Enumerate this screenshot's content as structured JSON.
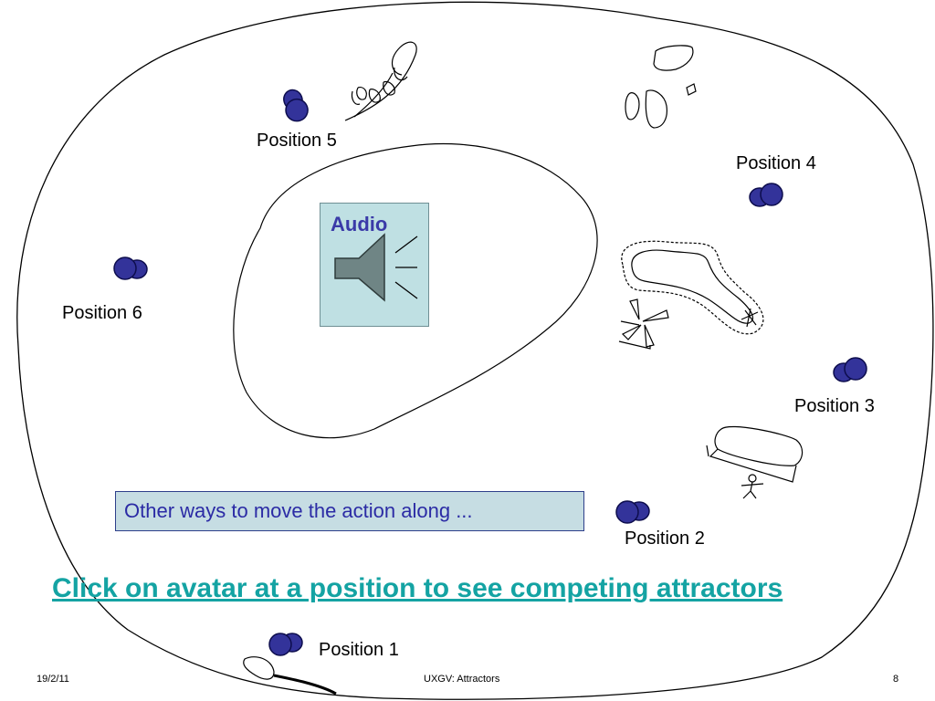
{
  "slide": {
    "audio_label": "Audio",
    "other_ways_text": "Other ways to move the action along ...",
    "main_link_text": "Click on avatar at a position to see competing  attractors",
    "positions": [
      {
        "label": "Position 1"
      },
      {
        "label": "Position 2"
      },
      {
        "label": "Position 3"
      },
      {
        "label": "Position 4"
      },
      {
        "label": "Position 5"
      },
      {
        "label": "Position 6"
      }
    ],
    "avatar_color": "#33339a",
    "avatar_outline": "#0d0d4d",
    "link_color": "#14a3a3"
  },
  "footer": {
    "date": "19/2/11",
    "title": "UXGV: Attractors",
    "page_number": "8"
  }
}
